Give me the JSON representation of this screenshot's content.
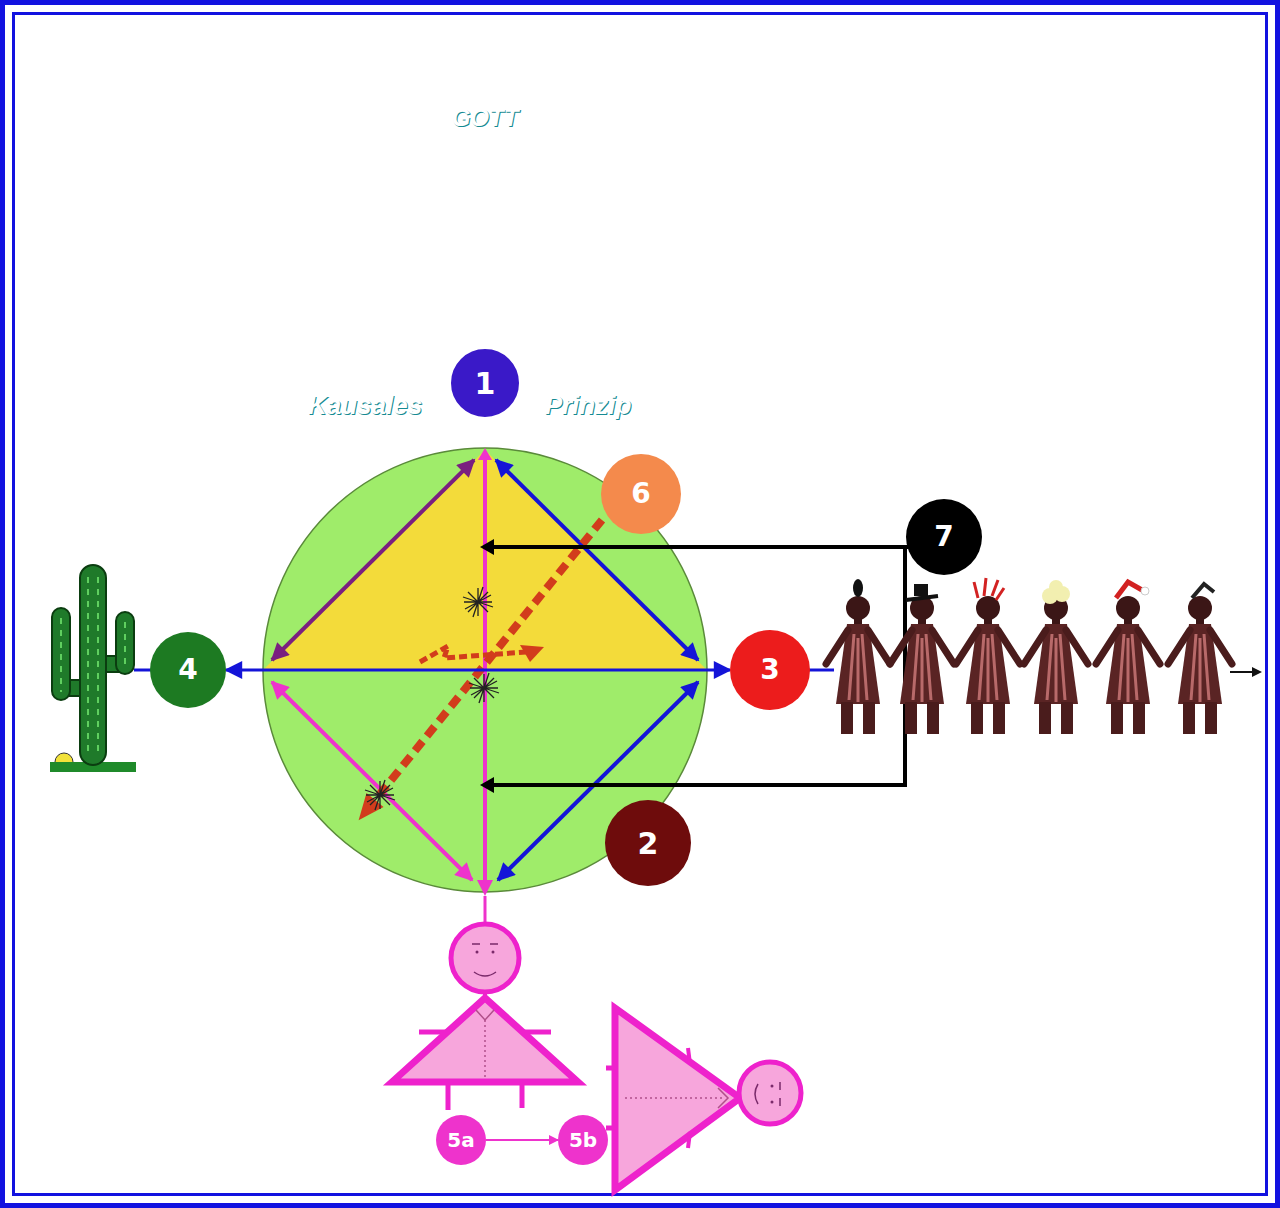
{
  "diagram": {
    "nodes": [
      {
        "text": [
          "GOTT",
          "Kausales",
          "Prinzip"
        ]
      },
      {
        "text": [
          "1"
        ],
        "in": 0
      },
      {
        "text": [
          "6"
        ]
      },
      {
        "text": [
          "7"
        ]
      },
      {
        "text": [
          "4"
        ]
      },
      {
        "text": [
          "3"
        ]
      },
      {
        "text": [
          "2"
        ]
      },
      {
        "text": [
          "5a"
        ]
      },
      {
        "text": [
          "5b"
        ]
      }
    ],
    "edges": [
      {
        "from": 4,
        "to": 5,
        "arrow": "both"
      },
      {
        "from": 7,
        "to": 8,
        "arrow": "to"
      }
    ]
  }
}
